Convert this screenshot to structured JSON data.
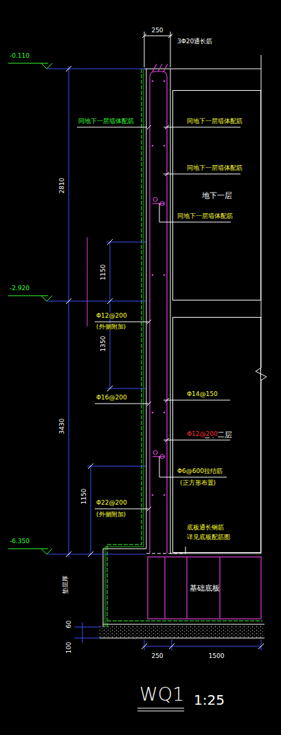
{
  "diagram": {
    "title": "WQ1",
    "nodes": [
      {
        "text": [
          "地下一层"
        ]
      },
      {
        "text": [
          "地下二层"
        ]
      },
      {
        "text": [
          "基础底板"
        ]
      }
    ],
    "labels": [
      "250",
      "3Φ20通长筋",
      "-0.110",
      "2810",
      "同地下一层墙体配筋",
      "同地下一层墙体配筋",
      "同地下一层墙体配筋",
      "同地下一层墙体配筋",
      "1150",
      "-2.920",
      "Φ12@200",
      "(外侧附加)",
      "1350",
      "Φ16@200",
      "3430",
      "Φ14@150",
      "Φ12@200",
      "Φ6@600拉结筋",
      "(正方形布置)",
      "1150",
      "Φ22@200",
      "(外侧附加)",
      "-6.350",
      "底板通长钢筋",
      "详见底板配筋图",
      "垫层厚",
      "60",
      "100",
      "250",
      "1500",
      "1:25"
    ]
  }
}
